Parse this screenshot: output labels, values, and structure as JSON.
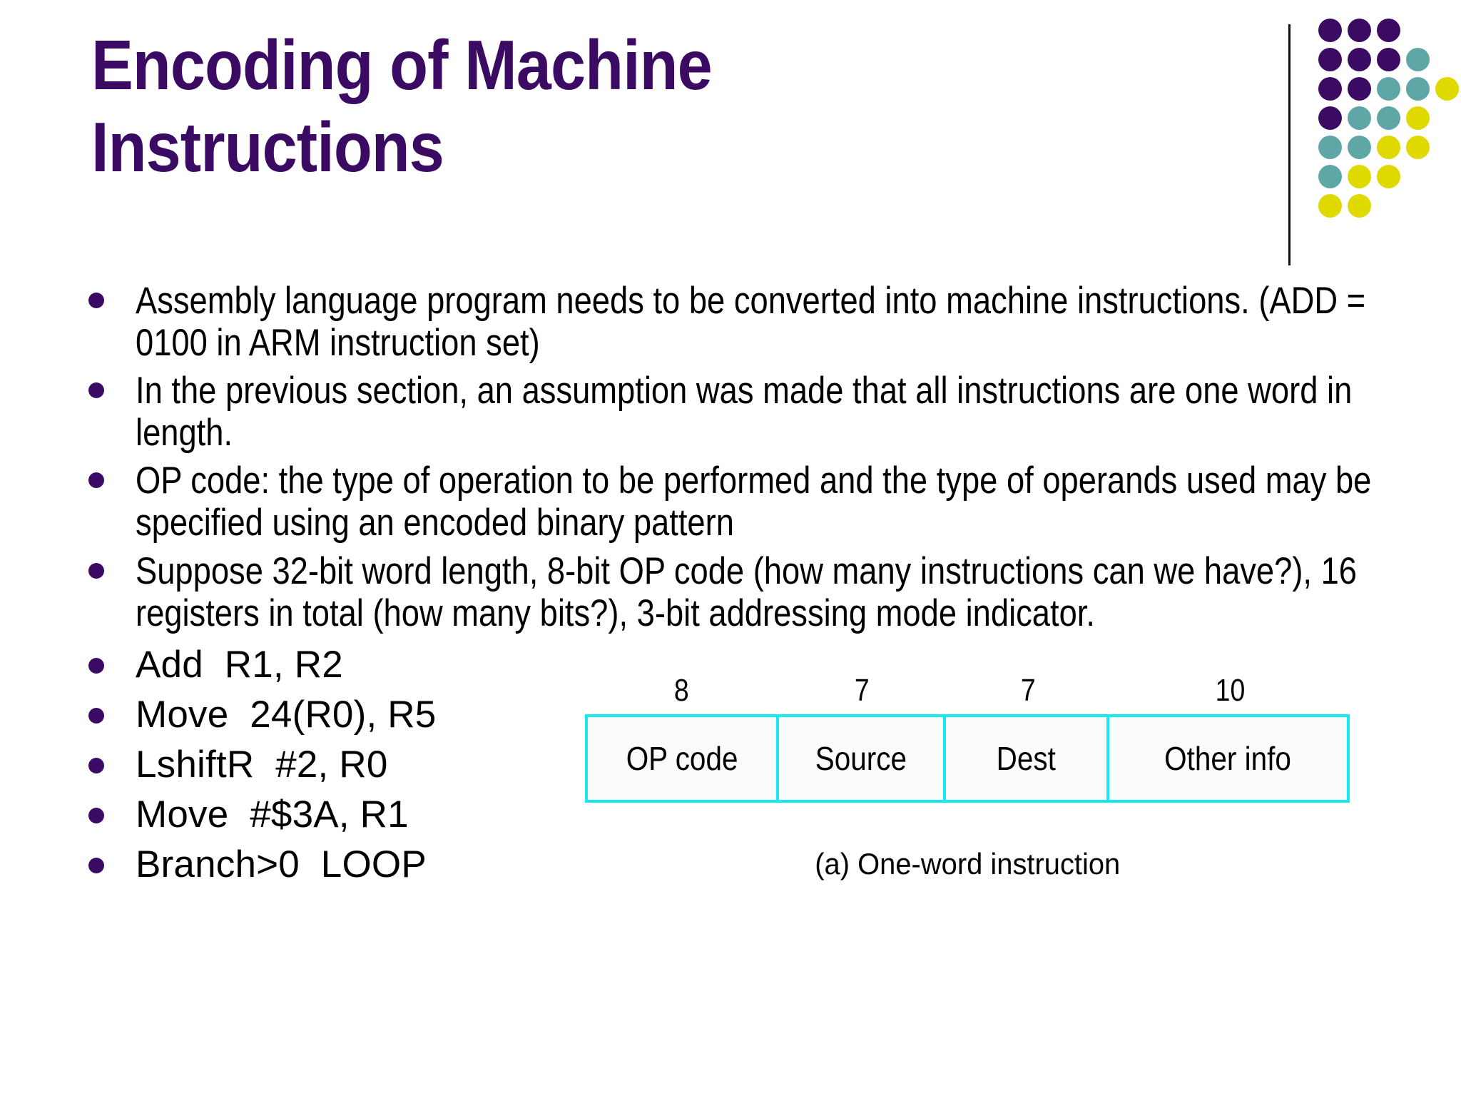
{
  "slide": {
    "title": "Encoding of Machine Instructions",
    "title_color": "#3B0B63",
    "background_color": "#FFFFFF"
  },
  "logo": {
    "colors": {
      "purple": "#3B0B63",
      "teal": "#5FA6A6",
      "yellow": "#DFD900",
      "lavender": "#DEDCEE"
    },
    "grid": [
      [
        "purple",
        "purple",
        "purple"
      ],
      [
        "purple",
        "purple",
        "purple",
        "teal"
      ],
      [
        "purple",
        "purple",
        "teal",
        "teal",
        "yellow"
      ],
      [
        "purple",
        "teal",
        "teal",
        "yellow"
      ],
      [
        "teal",
        "teal",
        "yellow",
        "yellow",
        "lavender"
      ],
      [
        "teal",
        "yellow",
        "yellow",
        "lavender"
      ],
      [
        "yellow",
        "yellow",
        "lavender",
        "lavender"
      ],
      [
        "blank",
        "lavender",
        "blank",
        "lavender"
      ]
    ]
  },
  "bullets": [
    {
      "style": "narrow",
      "text": "Assembly language program needs to be converted into machine instructions. (ADD = 0100 in ARM instruction set)"
    },
    {
      "style": "narrow",
      "text": "In the previous section, an assumption was made that all instructions are one word in length."
    },
    {
      "style": "narrow",
      "text": "OP code: the type of operation to be performed and the type of operands used may be specified using an encoded binary pattern"
    },
    {
      "style": "narrow",
      "text": "Suppose 32-bit word length, 8-bit OP code (how many instructions can we have?), 16 registers in total (how many bits?), 3-bit addressing mode indicator."
    },
    {
      "style": "code",
      "text": "Add  R1, R2"
    },
    {
      "style": "code",
      "text": "Move  24(R0), R5"
    },
    {
      "style": "code",
      "text": "LshiftR  #2, R0"
    },
    {
      "style": "code",
      "text": "Move  #$3A, R1"
    },
    {
      "style": "code",
      "text": "Branch>0  LOOP"
    }
  ],
  "diagram": {
    "border_color": "#19E8F2",
    "caption": "(a) One-word instruction",
    "fields": [
      {
        "bits": "8",
        "label": "OP code"
      },
      {
        "bits": "7",
        "label": "Source"
      },
      {
        "bits": "7",
        "label": "Dest"
      },
      {
        "bits": "10",
        "label": "Other info"
      }
    ]
  }
}
